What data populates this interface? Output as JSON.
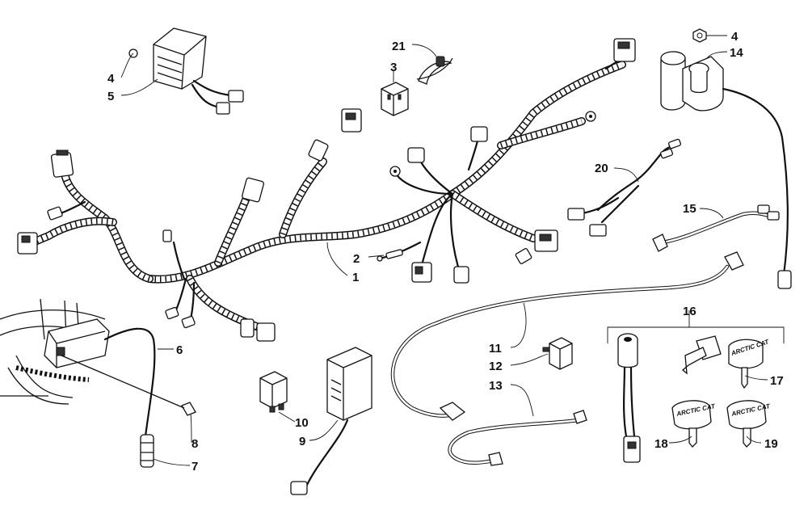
{
  "callouts": {
    "c1": "1",
    "c2": "2",
    "c3": "3",
    "c4a": "4",
    "c4b": "4",
    "c5": "5",
    "c6": "6",
    "c7": "7",
    "c8": "8",
    "c9": "9",
    "c10": "10",
    "c11": "11",
    "c12": "12",
    "c13": "13",
    "c14": "14",
    "c15": "15",
    "c16": "16",
    "c17": "17",
    "c18": "18",
    "c19": "19",
    "c20": "20",
    "c21": "21"
  },
  "key_labels": {
    "key17": "ARCTIC CAT",
    "key18": "ARCTIC CAT",
    "key19": "ARCTIC CAT"
  }
}
